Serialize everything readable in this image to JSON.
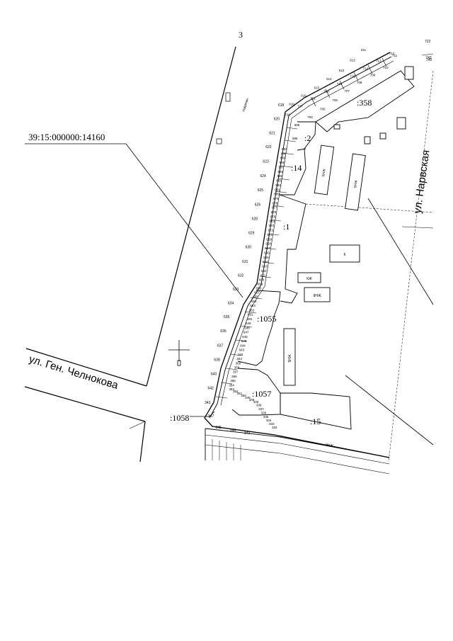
{
  "page": {
    "number": "3"
  },
  "cadastral_number": "39:15:000000:14160",
  "streets": {
    "chelnokova": "ул. Ген. Челнокова",
    "narvskaya": "ул. Нарвская"
  },
  "plots": {
    "p358": ":358",
    "p2": ":2",
    "p14": ":14",
    "p1": ":1",
    "p1055": ":1055",
    "p1057": ":1057",
    "p1058": ":1058",
    "p15": ":15"
  },
  "building_labels": {
    "b1": "5НЖ",
    "b2": "5НЖ",
    "b3": "КЖ",
    "b4": "К",
    "b5": "9НЖ",
    "b6": "5НЖ",
    "b7": "9НЖ"
  },
  "point_numbers": {
    "left_column": [
      "618",
      "620",
      "621",
      "622",
      "623",
      "624",
      "625",
      "626",
      "628",
      "629",
      "630",
      "631",
      "632",
      "633",
      "634",
      "635",
      "636",
      "637",
      "638",
      "640",
      "642",
      "343",
      "347",
      "345",
      "344",
      "343"
    ],
    "top_arc": [
      "611",
      "612",
      "613",
      "614",
      "615",
      "616",
      "610",
      "729",
      "727",
      "721",
      "718",
      "716",
      "715",
      "714",
      "713",
      "712",
      "711",
      "710",
      "709",
      "708",
      "707",
      "706",
      "705",
      "700",
      "696",
      "695"
    ],
    "right_column": [
      "694",
      "690",
      "689",
      "688",
      "687",
      "686",
      "685",
      "683",
      "682",
      "681",
      "680",
      "679",
      "678",
      "677",
      "676",
      "675",
      "674",
      "673",
      "672",
      "671",
      "669",
      "668",
      "667",
      "666",
      "665",
      "664",
      "663",
      "662",
      "661",
      "660",
      "659",
      "658",
      "657",
      "655",
      "654",
      "653",
      "652",
      "651",
      "650",
      "649",
      "648",
      "647",
      "646",
      "645",
      "644",
      "643",
      "341",
      "342",
      "360",
      "358",
      "357",
      "356",
      "355",
      "354",
      "353",
      "352",
      "351",
      "350",
      "349",
      "348",
      "339",
      "338",
      "337",
      "336",
      "335",
      "334",
      "333",
      "332"
    ],
    "far_right": [
      "740",
      "742",
      "722"
    ]
  }
}
